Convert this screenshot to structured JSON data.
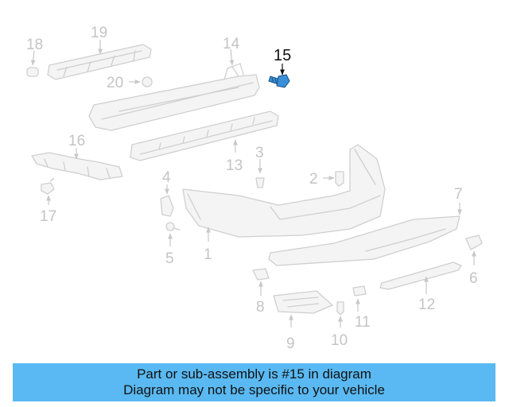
{
  "diagram": {
    "highlighted_part": "15",
    "highlight_color": "#3a8fd9",
    "callouts": [
      "1",
      "2",
      "3",
      "4",
      "5",
      "6",
      "7",
      "8",
      "9",
      "10",
      "11",
      "12",
      "13",
      "14",
      "15",
      "16",
      "17",
      "18",
      "19",
      "20"
    ]
  },
  "caption": {
    "background": "#5ab9f2",
    "line1": "Part or sub-assembly is #15 in diagram",
    "line2": "Diagram may not be specific to your vehicle"
  }
}
